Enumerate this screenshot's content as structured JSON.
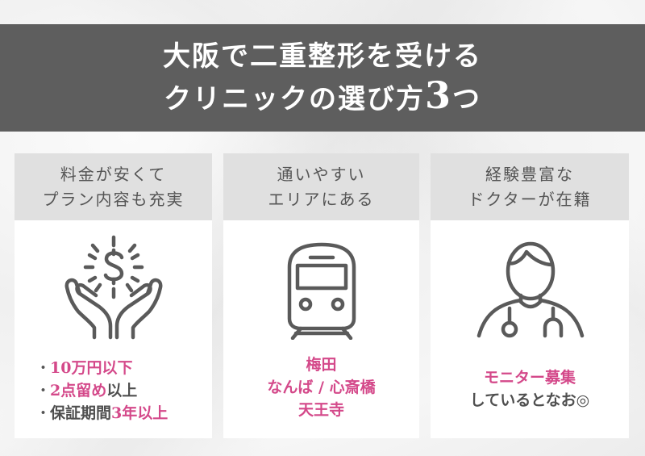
{
  "banner": {
    "line1": "大阪で二重整形を受ける",
    "line2_prefix": "クリニックの選び方",
    "line2_number": "3",
    "line2_suffix": "つ"
  },
  "colors": {
    "banner_bg": "#5e5e5e",
    "card_header_bg": "#e0e0e0",
    "accent_pink": "#d4498a",
    "text_gray": "#555555",
    "icon_stroke": "#5a5a5a"
  },
  "cards": [
    {
      "title_line1": "料金が安くて",
      "title_line2": "プラン内容も充実",
      "icon": "money-hands-icon",
      "bullet_char": "・",
      "bullets": [
        {
          "pink": "10万円以下",
          "gray": ""
        },
        {
          "pink": "2点留め",
          "gray": "以上"
        },
        {
          "gray_prefix": "保証期間",
          "pink": "3年以上"
        }
      ]
    },
    {
      "title_line1": "通いやすい",
      "title_line2": "エリアにある",
      "icon": "train-icon",
      "lines": [
        "梅田",
        "なんば / 心斎橋",
        "天王寺"
      ]
    },
    {
      "title_line1": "経験豊富な",
      "title_line2": "ドクターが在籍",
      "icon": "doctor-icon",
      "line1": "モニター募集",
      "line2": "していると",
      "line2_suffix": "なお◎"
    }
  ]
}
